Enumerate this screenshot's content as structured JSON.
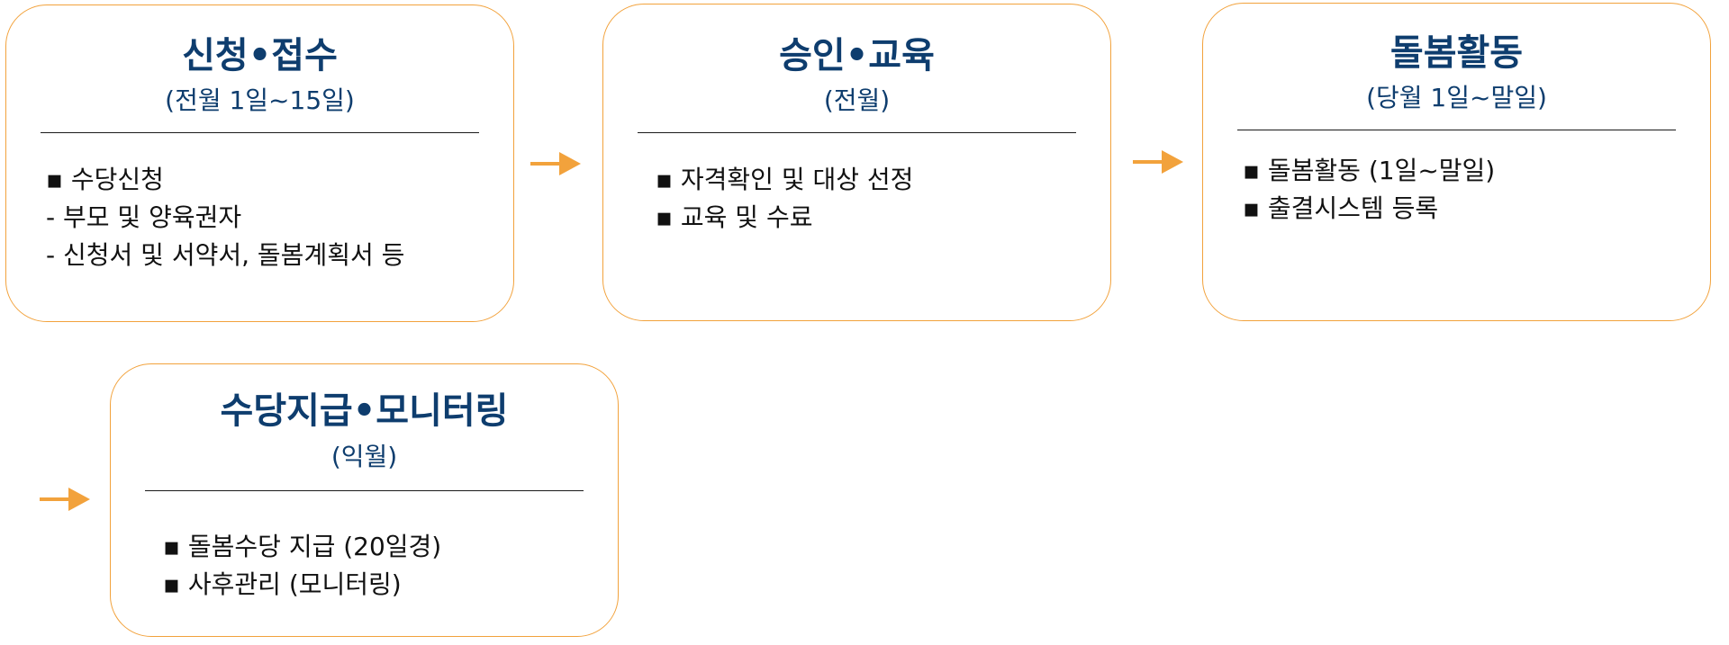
{
  "flow": {
    "steps": [
      {
        "title": "신청•접수",
        "period": "(전월 1일~15일)",
        "items": [
          "▪ 수당신청",
          "-  부모 및 양육권자",
          "-  신청서 및 서약서, 돌봄계획서 등"
        ]
      },
      {
        "title": "승인•교육",
        "period": "(전월)",
        "items": [
          "▪ 자격확인 및 대상 선정",
          "▪ 교육 및 수료"
        ]
      },
      {
        "title": "돌봄활동",
        "period": "(당월 1일~말일)",
        "items": [
          "▪ 돌봄활동 (1일~말일)",
          "▪ 출결시스템 등록"
        ]
      },
      {
        "title": "수당지급•모니터링",
        "period": "(익월)",
        "items": [
          "▪ 돌봄수당 지급 (20일경)",
          "▪ 사후관리 (모니터링)"
        ]
      }
    ],
    "colors": {
      "card_border": "#f2a23c",
      "arrow": "#f2a23c",
      "title_text": "#0e3d6e",
      "body_text": "#111111"
    }
  }
}
